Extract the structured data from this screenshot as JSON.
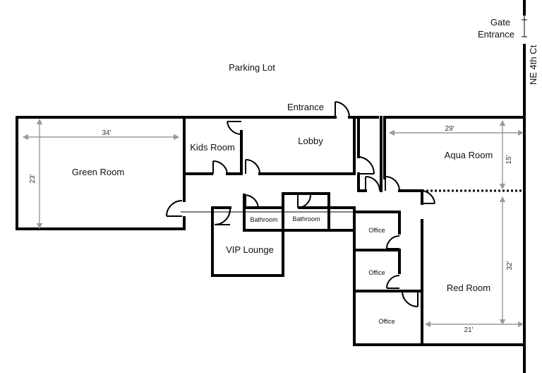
{
  "labels": {
    "parking_lot": "Parking Lot",
    "gate": "Gate",
    "gate_entrance": "Entrance",
    "street": "NE 4th Ct",
    "entrance": "Entrance",
    "lobby": "Lobby",
    "kids_room": "Kids Room",
    "green_room": "Green Room",
    "aqua_room": "Aqua Room",
    "red_room": "Red Room",
    "vip_lounge": "VIP Lounge",
    "bathroom_1": "Bathroom",
    "bathroom_2": "Bathroom",
    "office_1": "Office",
    "office_2": "Office",
    "office_3": "Office"
  },
  "dimensions": {
    "green_width": "34'",
    "green_height": "23'",
    "aqua_width": "29'",
    "aqua_height": "15'",
    "red_height": "32'",
    "red_width": "21'"
  }
}
